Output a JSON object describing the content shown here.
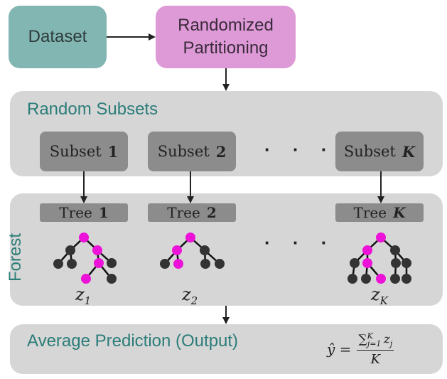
{
  "nodes": {
    "dataset": "Dataset",
    "randomized_partitioning": "Randomized\nPartitioning"
  },
  "sections": {
    "random_subsets": "Random Subsets",
    "forest": "Forest",
    "average_prediction": "Average Prediction (Output)"
  },
  "subsets": {
    "label": "Subset",
    "items": [
      "1",
      "2",
      "K"
    ],
    "ellipsis": "· · ·"
  },
  "trees": {
    "label": "Tree",
    "items": [
      "1",
      "2",
      "K"
    ],
    "ellipsis": "· · ·",
    "outputs": [
      {
        "var": "z",
        "sub": "1"
      },
      {
        "var": "z",
        "sub": "2"
      },
      {
        "var": "z",
        "sub": "K"
      }
    ]
  },
  "formula": {
    "lhs": "ŷ =",
    "numerator": "∑",
    "sum_upper": "K",
    "sum_lower": "j=1",
    "term": "z",
    "term_sub": "j",
    "denominator": "K"
  },
  "colors": {
    "dataset": "#82b6b3",
    "partitioning": "#dd9ad7",
    "panel": "#d6d6d6",
    "label_box": "#8c8c8c",
    "section_title": "#2b7d79",
    "highlight_node": "#ec12d8",
    "tree_node": "#333333"
  }
}
